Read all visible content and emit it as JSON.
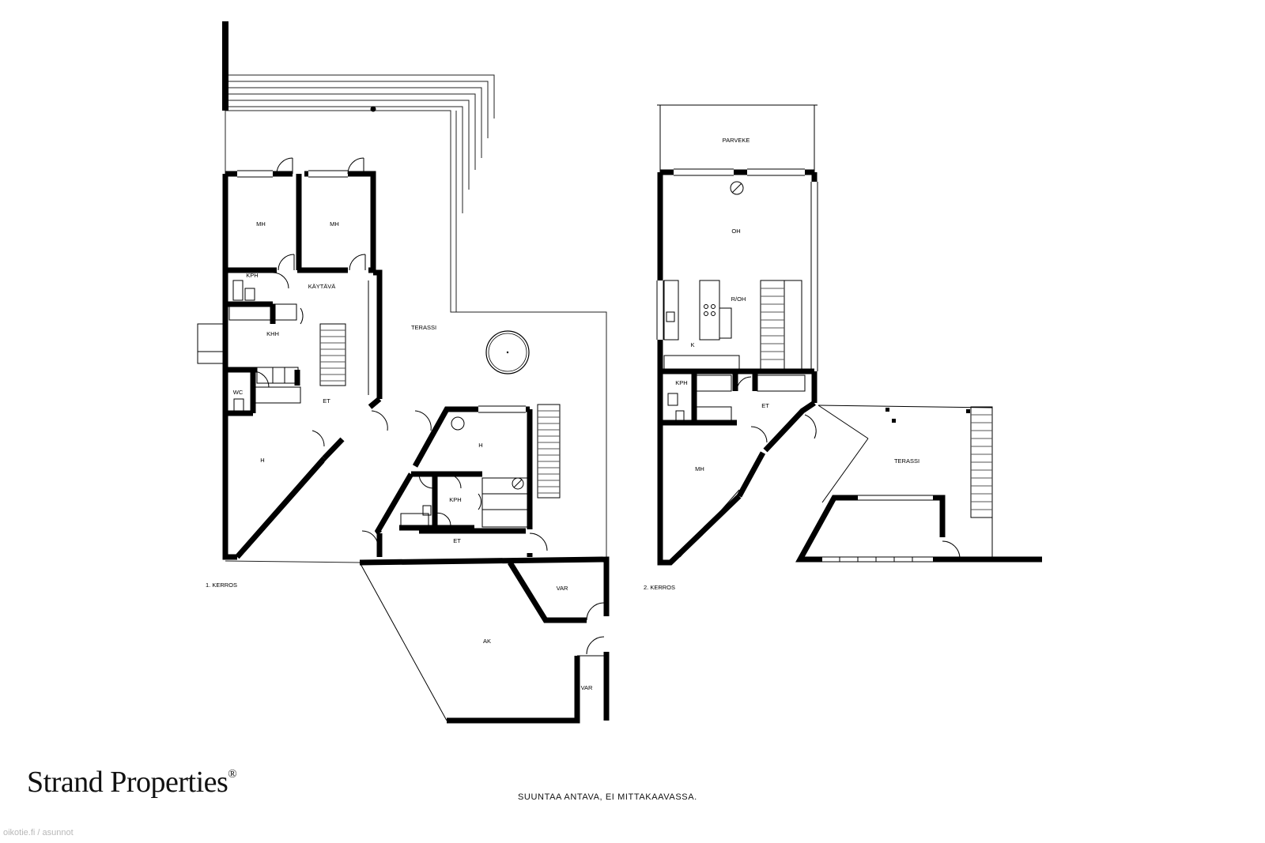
{
  "floor1": {
    "title": "1. KERROS",
    "rooms": {
      "mh1": "MH",
      "mh2": "MH",
      "kph": "KPH",
      "kaytava": "KÄYTÄVÄ",
      "khh": "KHH",
      "wc": "WC",
      "et": "ET",
      "h_left": "H",
      "terassi": "TERASSI",
      "h_right": "H",
      "kph_right": "KPH",
      "et_right": "ET",
      "var1": "VAR",
      "ak": "AK",
      "var2": "VAR"
    }
  },
  "floor2": {
    "title": "2. KERROS",
    "rooms": {
      "parveke": "PARVEKE",
      "oh": "OH",
      "roh": "R/OH",
      "k": "K",
      "kph": "KPH",
      "et": "ET",
      "mh": "MH",
      "terassi": "TERASSI"
    }
  },
  "brand": {
    "name": "Strand Properties",
    "mark": "®"
  },
  "note": "SUUNTAA ANTAVA, EI MITTAKAAVASSA.",
  "watermark": "oikotie.fi / asunnot"
}
